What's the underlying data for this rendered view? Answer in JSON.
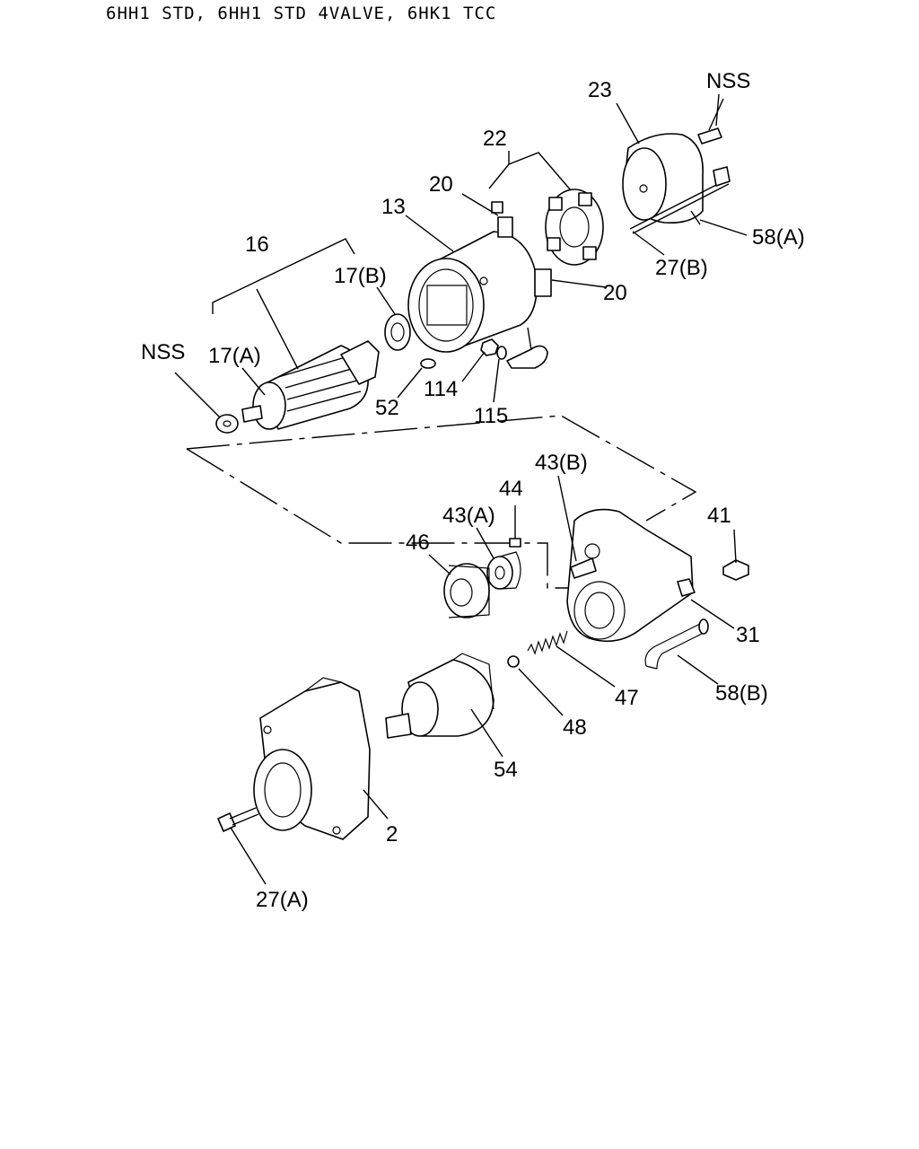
{
  "header": {
    "title": "6HH1 STD, 6HH1 STD 4VALVE, 6HK1 TCC"
  },
  "callouts": {
    "nss_top": "NSS",
    "p23": "23",
    "p22": "22",
    "p20a": "20",
    "p13": "13",
    "p58a": "58(A)",
    "p27b": "27(B)",
    "p20b": "20",
    "p16": "16",
    "p17b": "17(B)",
    "nss_left": "NSS",
    "p17a": "17(A)",
    "p52": "52",
    "p114": "114",
    "p115": "115",
    "p43b": "43(B)",
    "p44": "44",
    "p43a": "43(A)",
    "p41": "41",
    "p46": "46",
    "p31": "31",
    "p47": "47",
    "p58b": "58(B)",
    "p48": "48",
    "p54": "54",
    "p2": "2",
    "p27a": "27(A)"
  }
}
